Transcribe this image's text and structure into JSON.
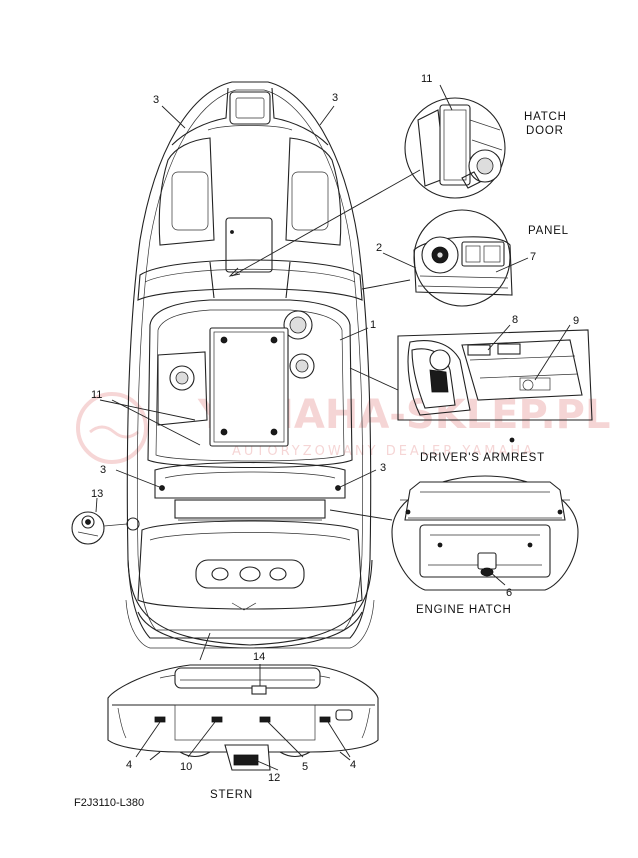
{
  "diagram": {
    "callouts": {
      "c11_top": "11",
      "c3_top_left": "3",
      "c3_top_right": "3",
      "c2": "2",
      "c7": "7",
      "c1": "1",
      "c8": "8",
      "c9": "9",
      "c11_left": "11",
      "c3_mid_left": "3",
      "c3_mid_right": "3",
      "c13": "13",
      "c6": "6",
      "c14": "14",
      "c4_left": "4",
      "c10": "10",
      "c5": "5",
      "c4_right": "4",
      "c12": "12"
    },
    "sections": {
      "hatch_door_line1": "HATCH",
      "hatch_door_line2": "DOOR",
      "panel": "PANEL",
      "drivers_armrest": "DRIVER'S ARMREST",
      "engine_hatch": "ENGINE HATCH",
      "stern": "STERN"
    },
    "figure_code": "F2J3110-L380",
    "watermark": {
      "brand": "YAMAHA-SKLEP.PL",
      "tagline": "AUTORYZOWANY DEALER YAMAHA"
    }
  }
}
